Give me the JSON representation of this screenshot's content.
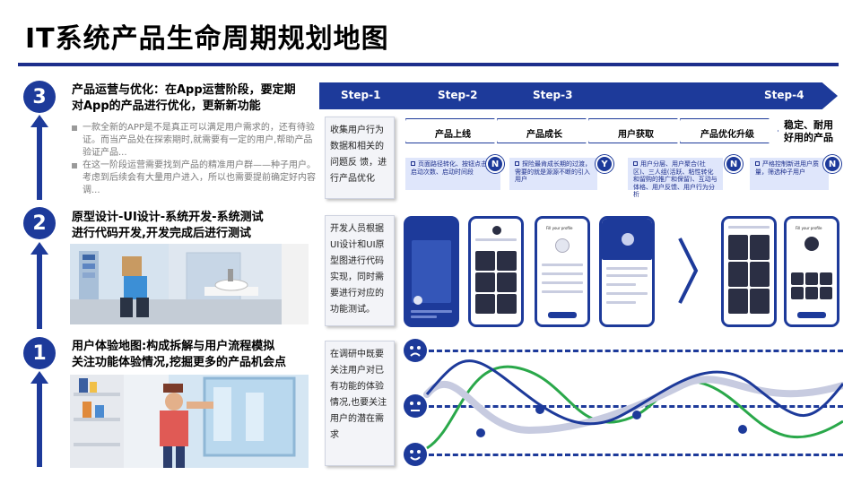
{
  "title": "IT系统产品生命周期规划地图",
  "sections": [
    {
      "number": "3",
      "heading_line1": "产品运营与优化：在App运营阶段，要定期",
      "heading_line2": "对App的产品进行优化，更新新功能",
      "bullets": [
        "一款全新的APP是不是真正可以满足用户需求的，还有待验证。而当产品处在探索期时,就需要有一定的用户,帮助产品验证产品...",
        "在这一阶段运营需要找到产品的精准用户群——种子用户。考虑到后续会有大量用户进入，所以也需要提前确定好内容调..."
      ]
    },
    {
      "number": "2",
      "heading_line1": "原型设计-UI设计-系统开发-系统测试",
      "heading_line2": "进行代码开发,开发完成后进行测试"
    },
    {
      "number": "1",
      "heading_line1": "用户体验地图:构成拆解与用户流程模拟",
      "heading_line2": "关注功能体验情况,挖掘更多的产品机会点"
    }
  ],
  "steps": [
    "Step-1",
    "Step-2",
    "Step-3",
    "Step-4"
  ],
  "stages": [
    "产品上线",
    "产品成长",
    "用户获取",
    "产品优化升级"
  ],
  "final_stage_line1": "稳定、耐用",
  "final_stage_line2": "好用的产品",
  "row_labels": [
    "收集用户行为数据和相关的问题反 馈，进行产品优化",
    "开发人员根据UI设计和UI原型图进行代码实现，同时需要进行对应的功能测试。",
    "在调研中既要关注用户对已有功能的体验情况,也要关注用户的潜在需求"
  ],
  "notes": [
    {
      "text": "页面路径转化、按钮点击、启动次数、启动时间段",
      "badge": "N"
    },
    {
      "text": "探险最肯成长期的过渡，需要的就是源源不断的引入用户",
      "badge": "Y"
    },
    {
      "text": "用户分层、用户聚合(社区)、三人组(活跃、粘性转化和留购的推广和保留)、互动与体格、用户反馈、用户行为分析",
      "badge": "N"
    },
    {
      "text": "严格控制新进用户质量，筛选种子用户",
      "badge": "N"
    }
  ],
  "phone_screen_titles": [
    "Fill your profile",
    "Fill your profile"
  ],
  "colors": {
    "primary": "#1d3a9a",
    "accent_green": "#2aa84a",
    "light_line": "#c7cbe0"
  },
  "icons": {
    "happy": "smile-icon",
    "neutral": "neutral-face-icon",
    "sad": "frown-icon",
    "next": "chevron-right-icon"
  }
}
